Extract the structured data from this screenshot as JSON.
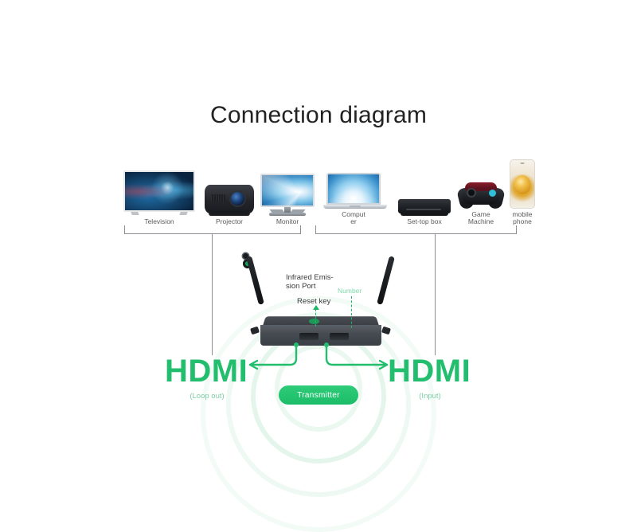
{
  "page": {
    "title": "Connection diagram",
    "background_color": "#ffffff",
    "accent_green": "#22be6e",
    "light_green": "#7ccfa6"
  },
  "output_devices": {
    "bracket_label": "output-devices-bracket",
    "items": [
      {
        "name": "television",
        "label": "Television"
      },
      {
        "name": "projector",
        "label": "Projector"
      },
      {
        "name": "monitor",
        "label": "Monitor"
      }
    ]
  },
  "source_devices": {
    "bracket_label": "source-devices-bracket",
    "items": [
      {
        "name": "computer",
        "label": "Comput\ner"
      },
      {
        "name": "set-top-box",
        "label": "Set-top box"
      },
      {
        "name": "game-machine",
        "label": "Game Machine"
      },
      {
        "name": "mobile-phone",
        "label": "mobile\nphone"
      }
    ]
  },
  "router": {
    "callouts": {
      "infrared": "Infrared Emis-\nsion Port",
      "reset": "Reset key",
      "number": "Number"
    },
    "ports": {
      "jack": "audio-jack",
      "hdmi_1": "hdmi-port-1",
      "hdmi_2": "hdmi-port-2",
      "dc": "dc-power-port"
    }
  },
  "connections": {
    "left": {
      "title": "HDMI",
      "subtitle": "(Loop out)"
    },
    "right": {
      "title": "HDMI",
      "subtitle": "(Input)"
    }
  },
  "transmitter": {
    "label": "Transmitter"
  }
}
